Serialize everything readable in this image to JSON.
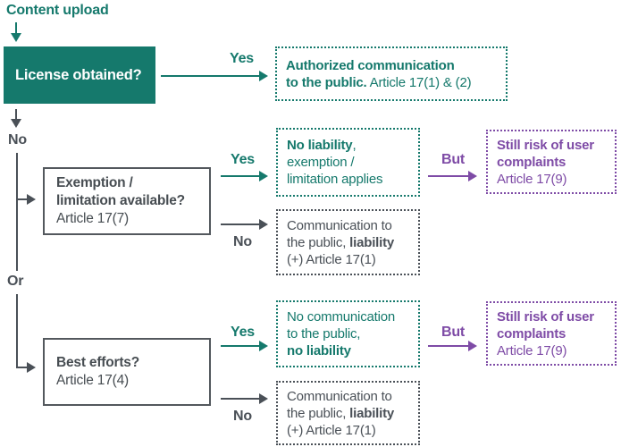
{
  "colors": {
    "teal": "#15796c",
    "purple": "#7e4ba6",
    "dark_gray": "#4a5057",
    "box_border_gray": "#53585d"
  },
  "start": {
    "label": "Content upload"
  },
  "license": {
    "question": "License obtained?",
    "yes": "Yes",
    "no": "No"
  },
  "or_label": "Or",
  "authorized": {
    "line1_bold": "Authorized communication",
    "line2_bold": "to the public.",
    "line2_rest": "Article 17(1) & (2)"
  },
  "exemption": {
    "question_line1": "Exemption /",
    "question_line2": "limitation available?",
    "article": "Article 17(7)",
    "yes": "Yes",
    "no": "No",
    "but": "But"
  },
  "no_liability": {
    "line1_bold": "No liability",
    "line1_rest": ",",
    "line2": "exemption /",
    "line3": "limitation applies"
  },
  "still_risk": {
    "line1_bold": "Still risk of user",
    "line2_bold": "complaints",
    "article": "Article 17(9)"
  },
  "communication_liability": {
    "line1": "Communication to",
    "line2_pre": "the public, ",
    "line2_bold": "liability",
    "line3": "(+) Article 17(1)"
  },
  "best_efforts": {
    "question": "Best efforts?",
    "article": "Article 17(4)",
    "yes": "Yes",
    "no": "No",
    "but": "But"
  },
  "no_communication": {
    "line1": "No communication",
    "line2": "to the public,",
    "line3_bold": "no liability"
  }
}
